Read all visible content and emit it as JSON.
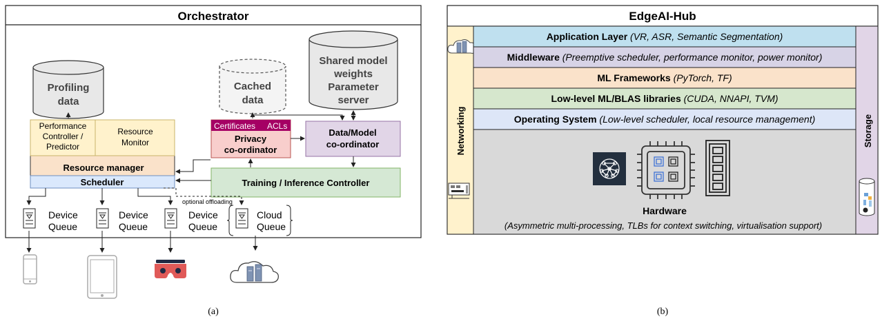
{
  "left": {
    "title": "Orchestrator",
    "profiling": [
      "Profiling",
      "data"
    ],
    "cached": [
      "Cached",
      "data"
    ],
    "shared": [
      "Shared model",
      "weights",
      "Parameter",
      "server"
    ],
    "perf": [
      "Performance",
      "Controller /",
      "Predictor"
    ],
    "resmon": [
      "Resource",
      "Monitor"
    ],
    "resmgr": "Resource manager",
    "scheduler": "Scheduler",
    "cert": "Certificates",
    "acl": "ACLs",
    "privacy": [
      "Privacy",
      "co-ordinator"
    ],
    "datamodel": [
      "Data/Model",
      "co-ordinator"
    ],
    "training": "Training / Inference Controller",
    "offload": "optional offloading",
    "queues": [
      {
        "l1": "Device",
        "l2": "Queue"
      },
      {
        "l1": "Device",
        "l2": "Queue"
      },
      {
        "l1": "Device",
        "l2": "Queue"
      },
      {
        "l1": "Cloud",
        "l2": "Queue"
      }
    ],
    "caption": "(a)"
  },
  "right": {
    "title": "EdgeAI-Hub",
    "networking": "Networking",
    "storage": "Storage",
    "layers": [
      {
        "bold": "Application Layer",
        "ital": " (VR, ASR, Semantic Segmentation)",
        "color": "#bfe0ef"
      },
      {
        "bold": "Middleware",
        "ital": " (Preemptive scheduler, performance monitor, power monitor)",
        "color": "#d7d3e6"
      },
      {
        "bold": "ML Frameworks",
        "ital": " (PyTorch, TF)",
        "color": "#fae2ca"
      },
      {
        "bold": "Low-level ML/BLAS libraries",
        "ital": " (CUDA, NNAPI, TVM)",
        "color": "#d6e7cd"
      },
      {
        "bold": "Operating System",
        "ital": " (Low-level scheduler, local resource management)",
        "color": "#dde6f7"
      }
    ],
    "hardware": "Hardware",
    "hardware_sub": "(Asymmetric multi-processing, TLBs for context switching, virtualisation support)",
    "caption": "(b)"
  },
  "colors": {
    "cyl": "#e8e8e8",
    "yellow": "#fff2cc",
    "orange": "#fae2ca",
    "blue": "#dae8fc",
    "red": "#f8cecc",
    "purple": "#e1d5e7",
    "green": "#d5e8d4",
    "magenta": "#a50064",
    "gray": "#d9d9d9",
    "net": "#fff2cc",
    "stor": "#e1d5e7"
  }
}
